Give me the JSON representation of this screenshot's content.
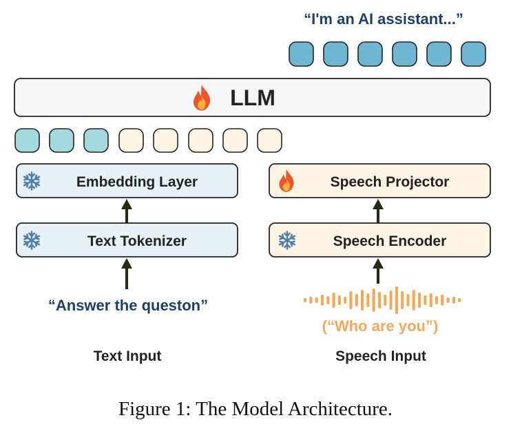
{
  "output_text": "“I'm an AI assistant...”",
  "llm_label": "LLM",
  "text_branch": {
    "embedding_label": "Embedding Layer",
    "tokenizer_label": "Text Tokenizer",
    "input_quote": "“Answer the queston”",
    "caption": "Text Input",
    "frozen_icon": "snowflake-icon"
  },
  "speech_branch": {
    "projector_label": "Speech Projector",
    "encoder_label": "Speech Encoder",
    "input_quote": "(“Who are you”)",
    "caption": "Speech Input",
    "trainable_icon": "fire-icon",
    "frozen_icon": "snowflake-icon"
  },
  "figure_caption": "Figure 1: The Model Architecture.",
  "colors": {
    "output_token": "#6fb6d3",
    "text_token": "#a3d9dc",
    "speech_token": "#fdf4e4",
    "text_box_fill": "#e8f1f5",
    "speech_box_fill": "#fdf5e3",
    "llm_fill": "#f6f6f6",
    "blue_text": "#1e3f66",
    "orange_text": "#f3a95a"
  }
}
